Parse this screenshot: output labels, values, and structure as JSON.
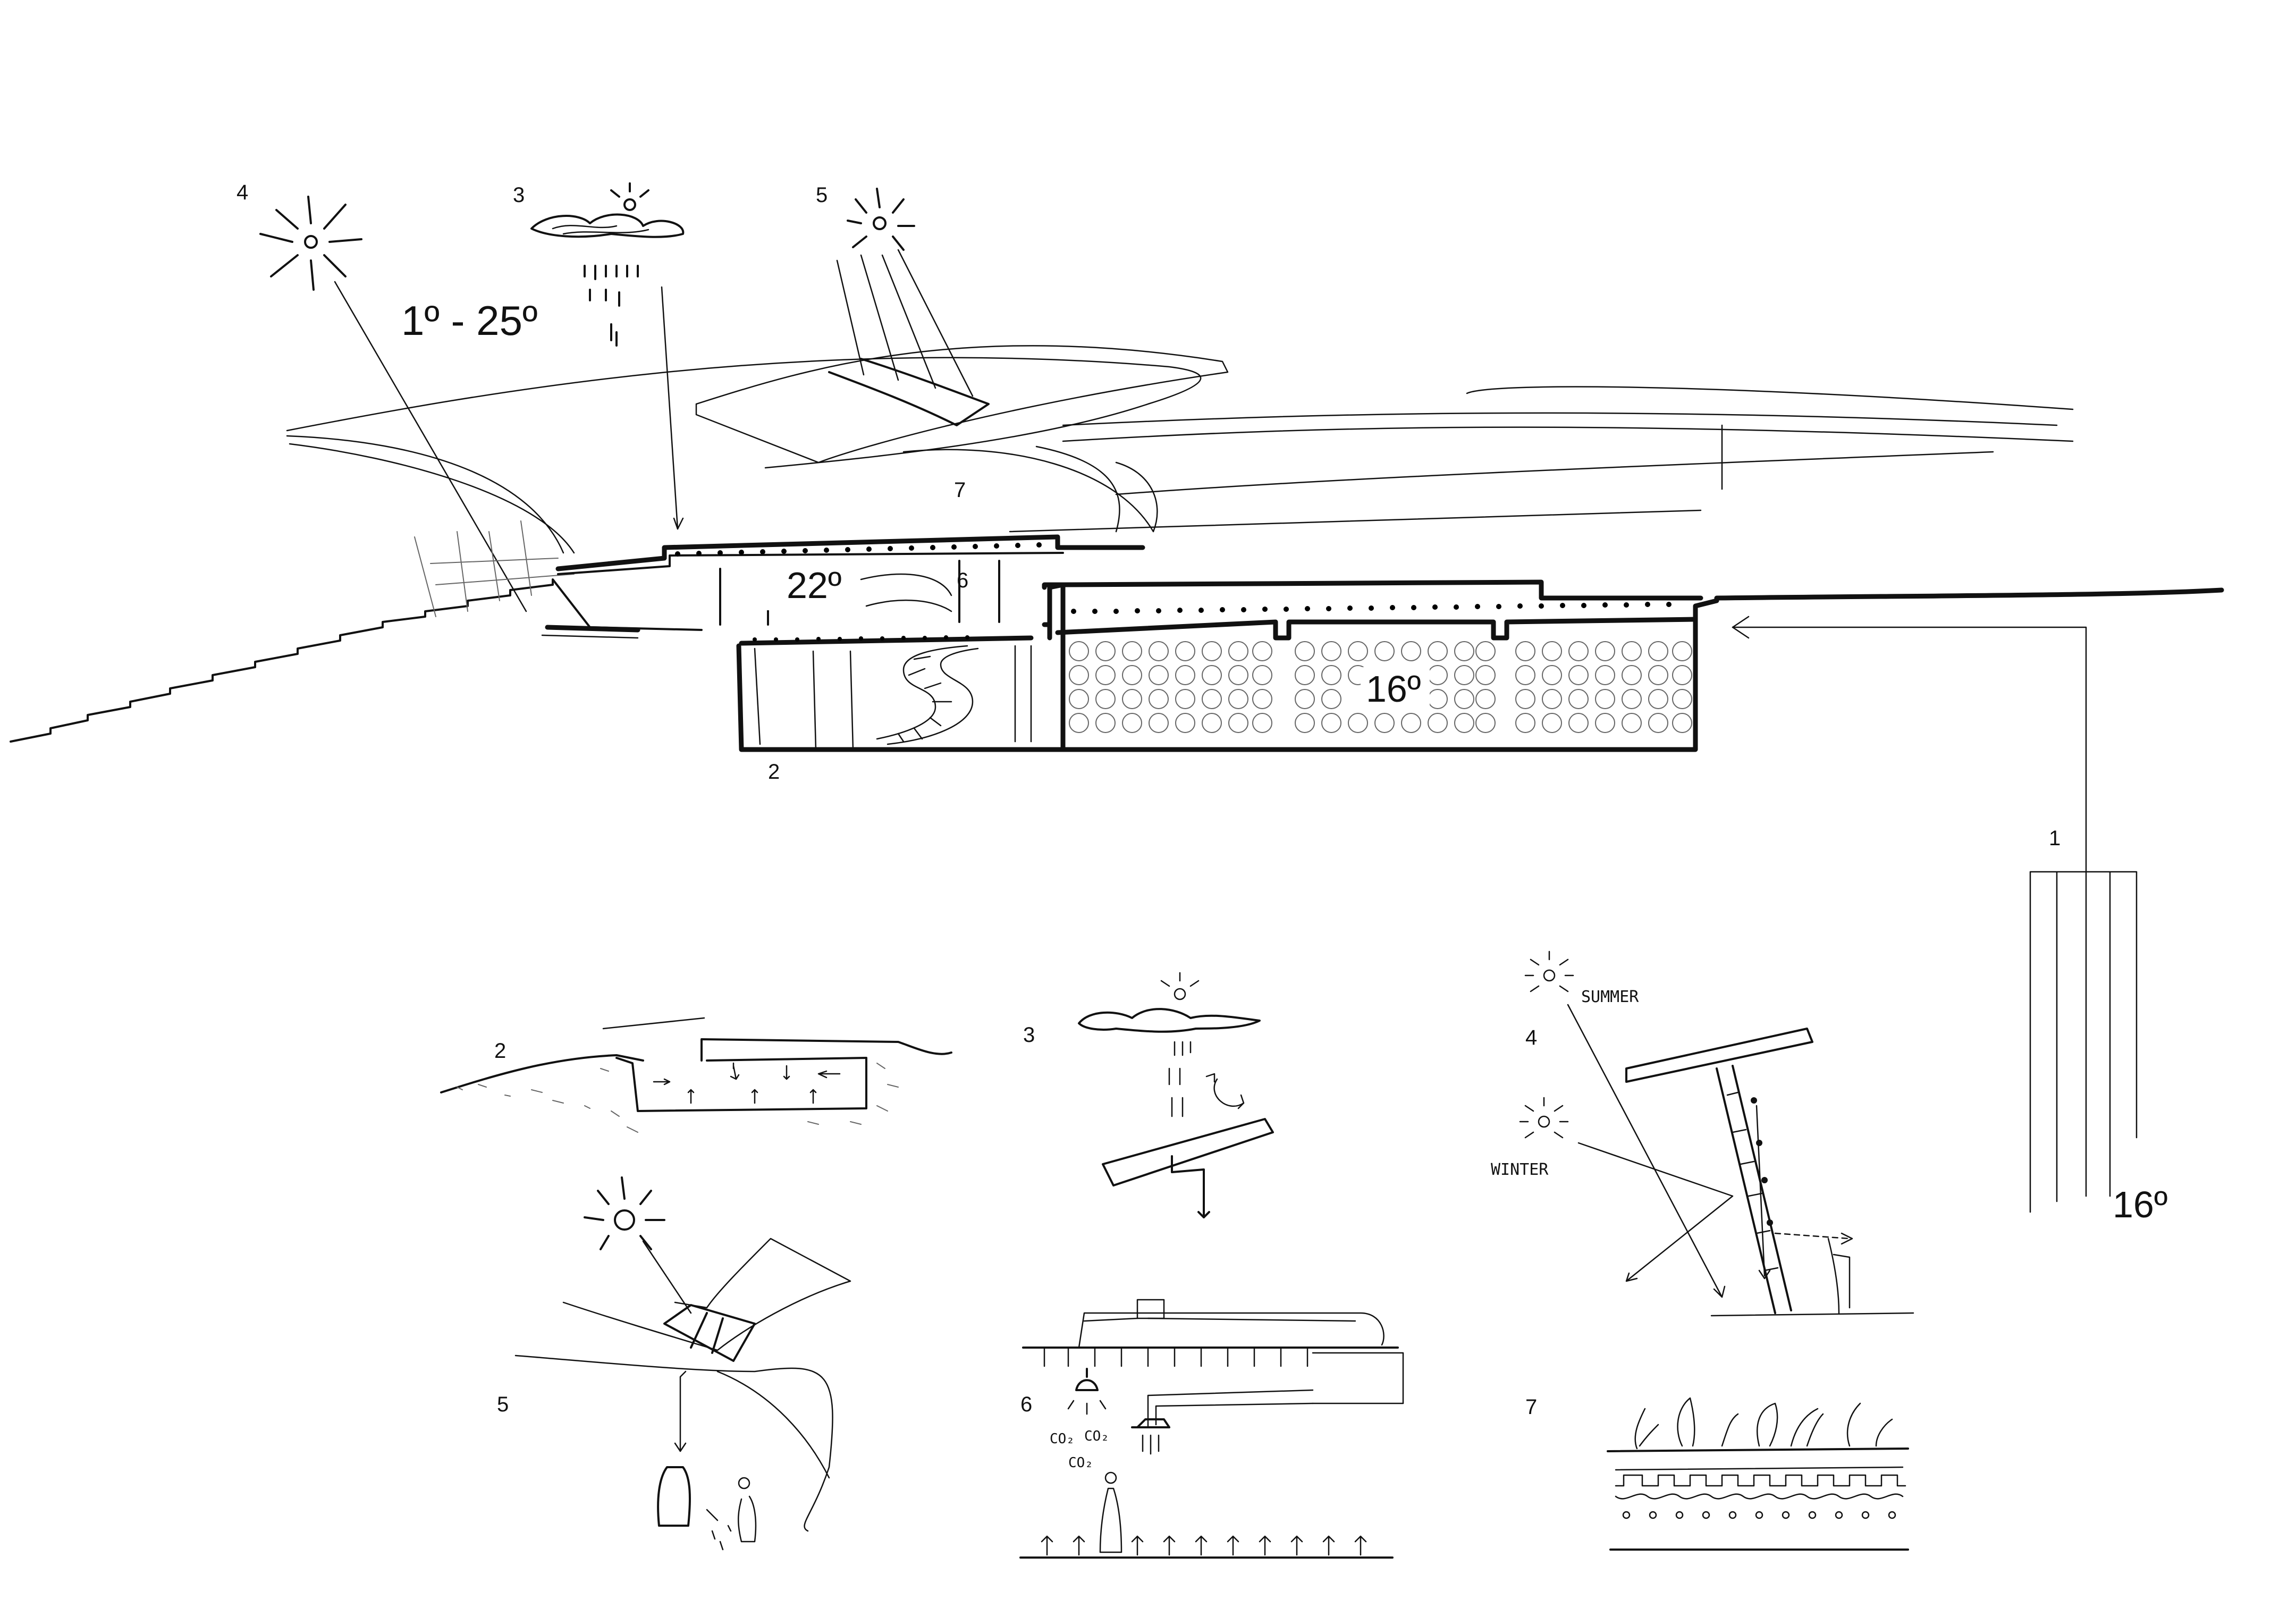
{
  "labels": {
    "n1": "1",
    "n2": "2",
    "n3": "3",
    "n4": "4",
    "n5": "5",
    "n6": "6",
    "n7": "7"
  },
  "temperatures": {
    "sun_angle": "1º - 25º",
    "room": "22º",
    "storage": "16º",
    "ground": "16º"
  },
  "details": {
    "n2": "2",
    "n3": "3",
    "n4": "4",
    "n5": "5",
    "n6": "6",
    "n7": "7",
    "summer": "SUMMER",
    "winter": "WINTER",
    "co2_a": "CO₂",
    "co2_b": "CO₂",
    "co2_c": "CO₂"
  }
}
